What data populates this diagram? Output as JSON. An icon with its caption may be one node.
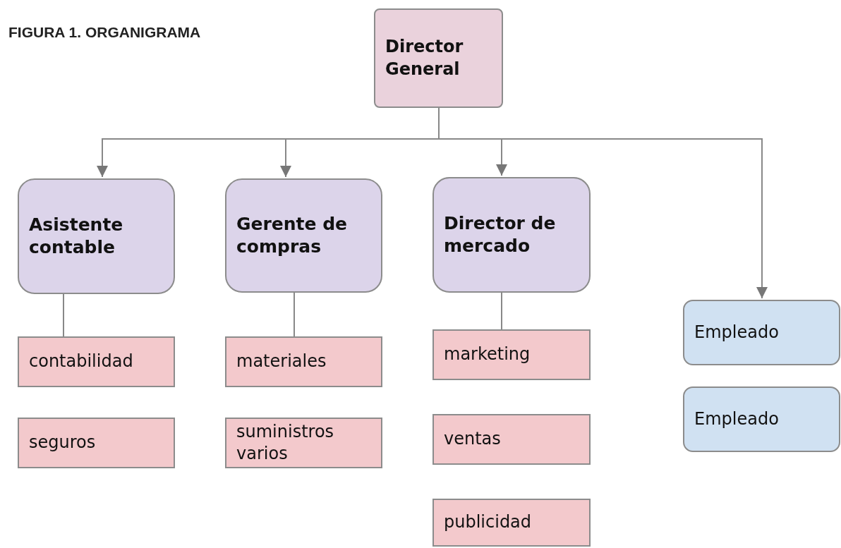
{
  "diagram": {
    "title": "FIGURA 1. ORGANIGRAMA",
    "nodes": [
      {
        "text": [
          "Director General"
        ]
      },
      {
        "text": [
          "Asistente contable"
        ]
      },
      {
        "text": [
          "Gerente de compras"
        ]
      },
      {
        "text": [
          "Director de mercado"
        ]
      },
      {
        "text": [
          "contabilidad"
        ]
      },
      {
        "text": [
          "seguros"
        ]
      },
      {
        "text": [
          "materiales"
        ]
      },
      {
        "text": [
          "suministros varios"
        ]
      },
      {
        "text": [
          "marketing"
        ]
      },
      {
        "text": [
          "ventas"
        ]
      },
      {
        "text": [
          "publicidad"
        ]
      },
      {
        "text": [
          "Empleado"
        ]
      },
      {
        "text": [
          "Empleado"
        ]
      }
    ],
    "edges": [
      {
        "from": 0,
        "to": 1,
        "arrow": "to"
      },
      {
        "from": 0,
        "to": 2,
        "arrow": "to"
      },
      {
        "from": 0,
        "to": 3,
        "arrow": "to"
      },
      {
        "from": 0,
        "to": 11,
        "arrow": "to"
      },
      {
        "from": 1,
        "to": 4,
        "arrow": "none"
      },
      {
        "from": 2,
        "to": 6,
        "arrow": "none"
      },
      {
        "from": 3,
        "to": 8,
        "arrow": "none"
      }
    ]
  }
}
